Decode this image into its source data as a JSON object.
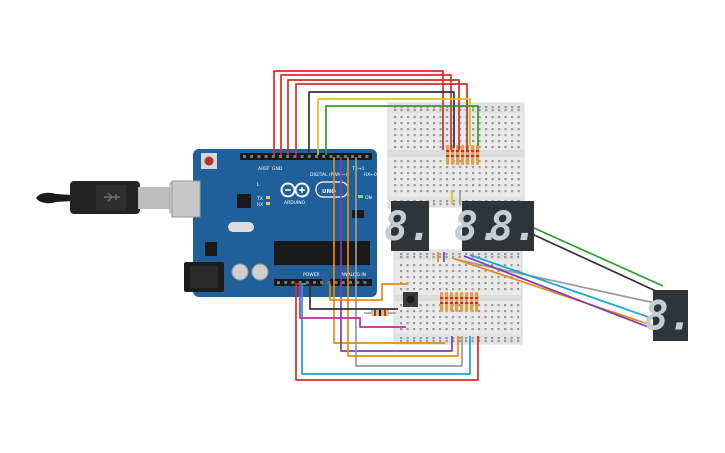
{
  "board": {
    "brand": "ARDUINO",
    "model": "UNO",
    "header_digital": "DIGITAL (PWM~)",
    "header_power": "POWER",
    "header_analog": "ANALOG IN",
    "label_tx": "TX",
    "label_rx": "RX",
    "label_on": "ON",
    "label_l": "L",
    "pin_aref": "AREF",
    "pin_gnd": "GND",
    "pin_tx": "TX→1",
    "pin_rx": "RX←0"
  },
  "displays": [
    {
      "id": "display-1",
      "digit": "8."
    },
    {
      "id": "display-2",
      "digit": "8."
    },
    {
      "id": "display-3",
      "digit": "8."
    },
    {
      "id": "display-4",
      "digit": "8."
    }
  ],
  "colors": {
    "arduino_blue": "#1f5f9a",
    "breadboard": "#e9e9e9",
    "display_body": "#2f3438",
    "wire_red": "#d62b2b",
    "wire_green": "#2e9e2e",
    "wire_yellow": "#d8c41a",
    "wire_black": "#333333",
    "wire_orange": "#e98a12",
    "wire_purple": "#7a3fb5",
    "wire_cyan": "#1aa3d6",
    "wire_gray": "#9a9a9a",
    "wire_magenta": "#c22a9b"
  }
}
